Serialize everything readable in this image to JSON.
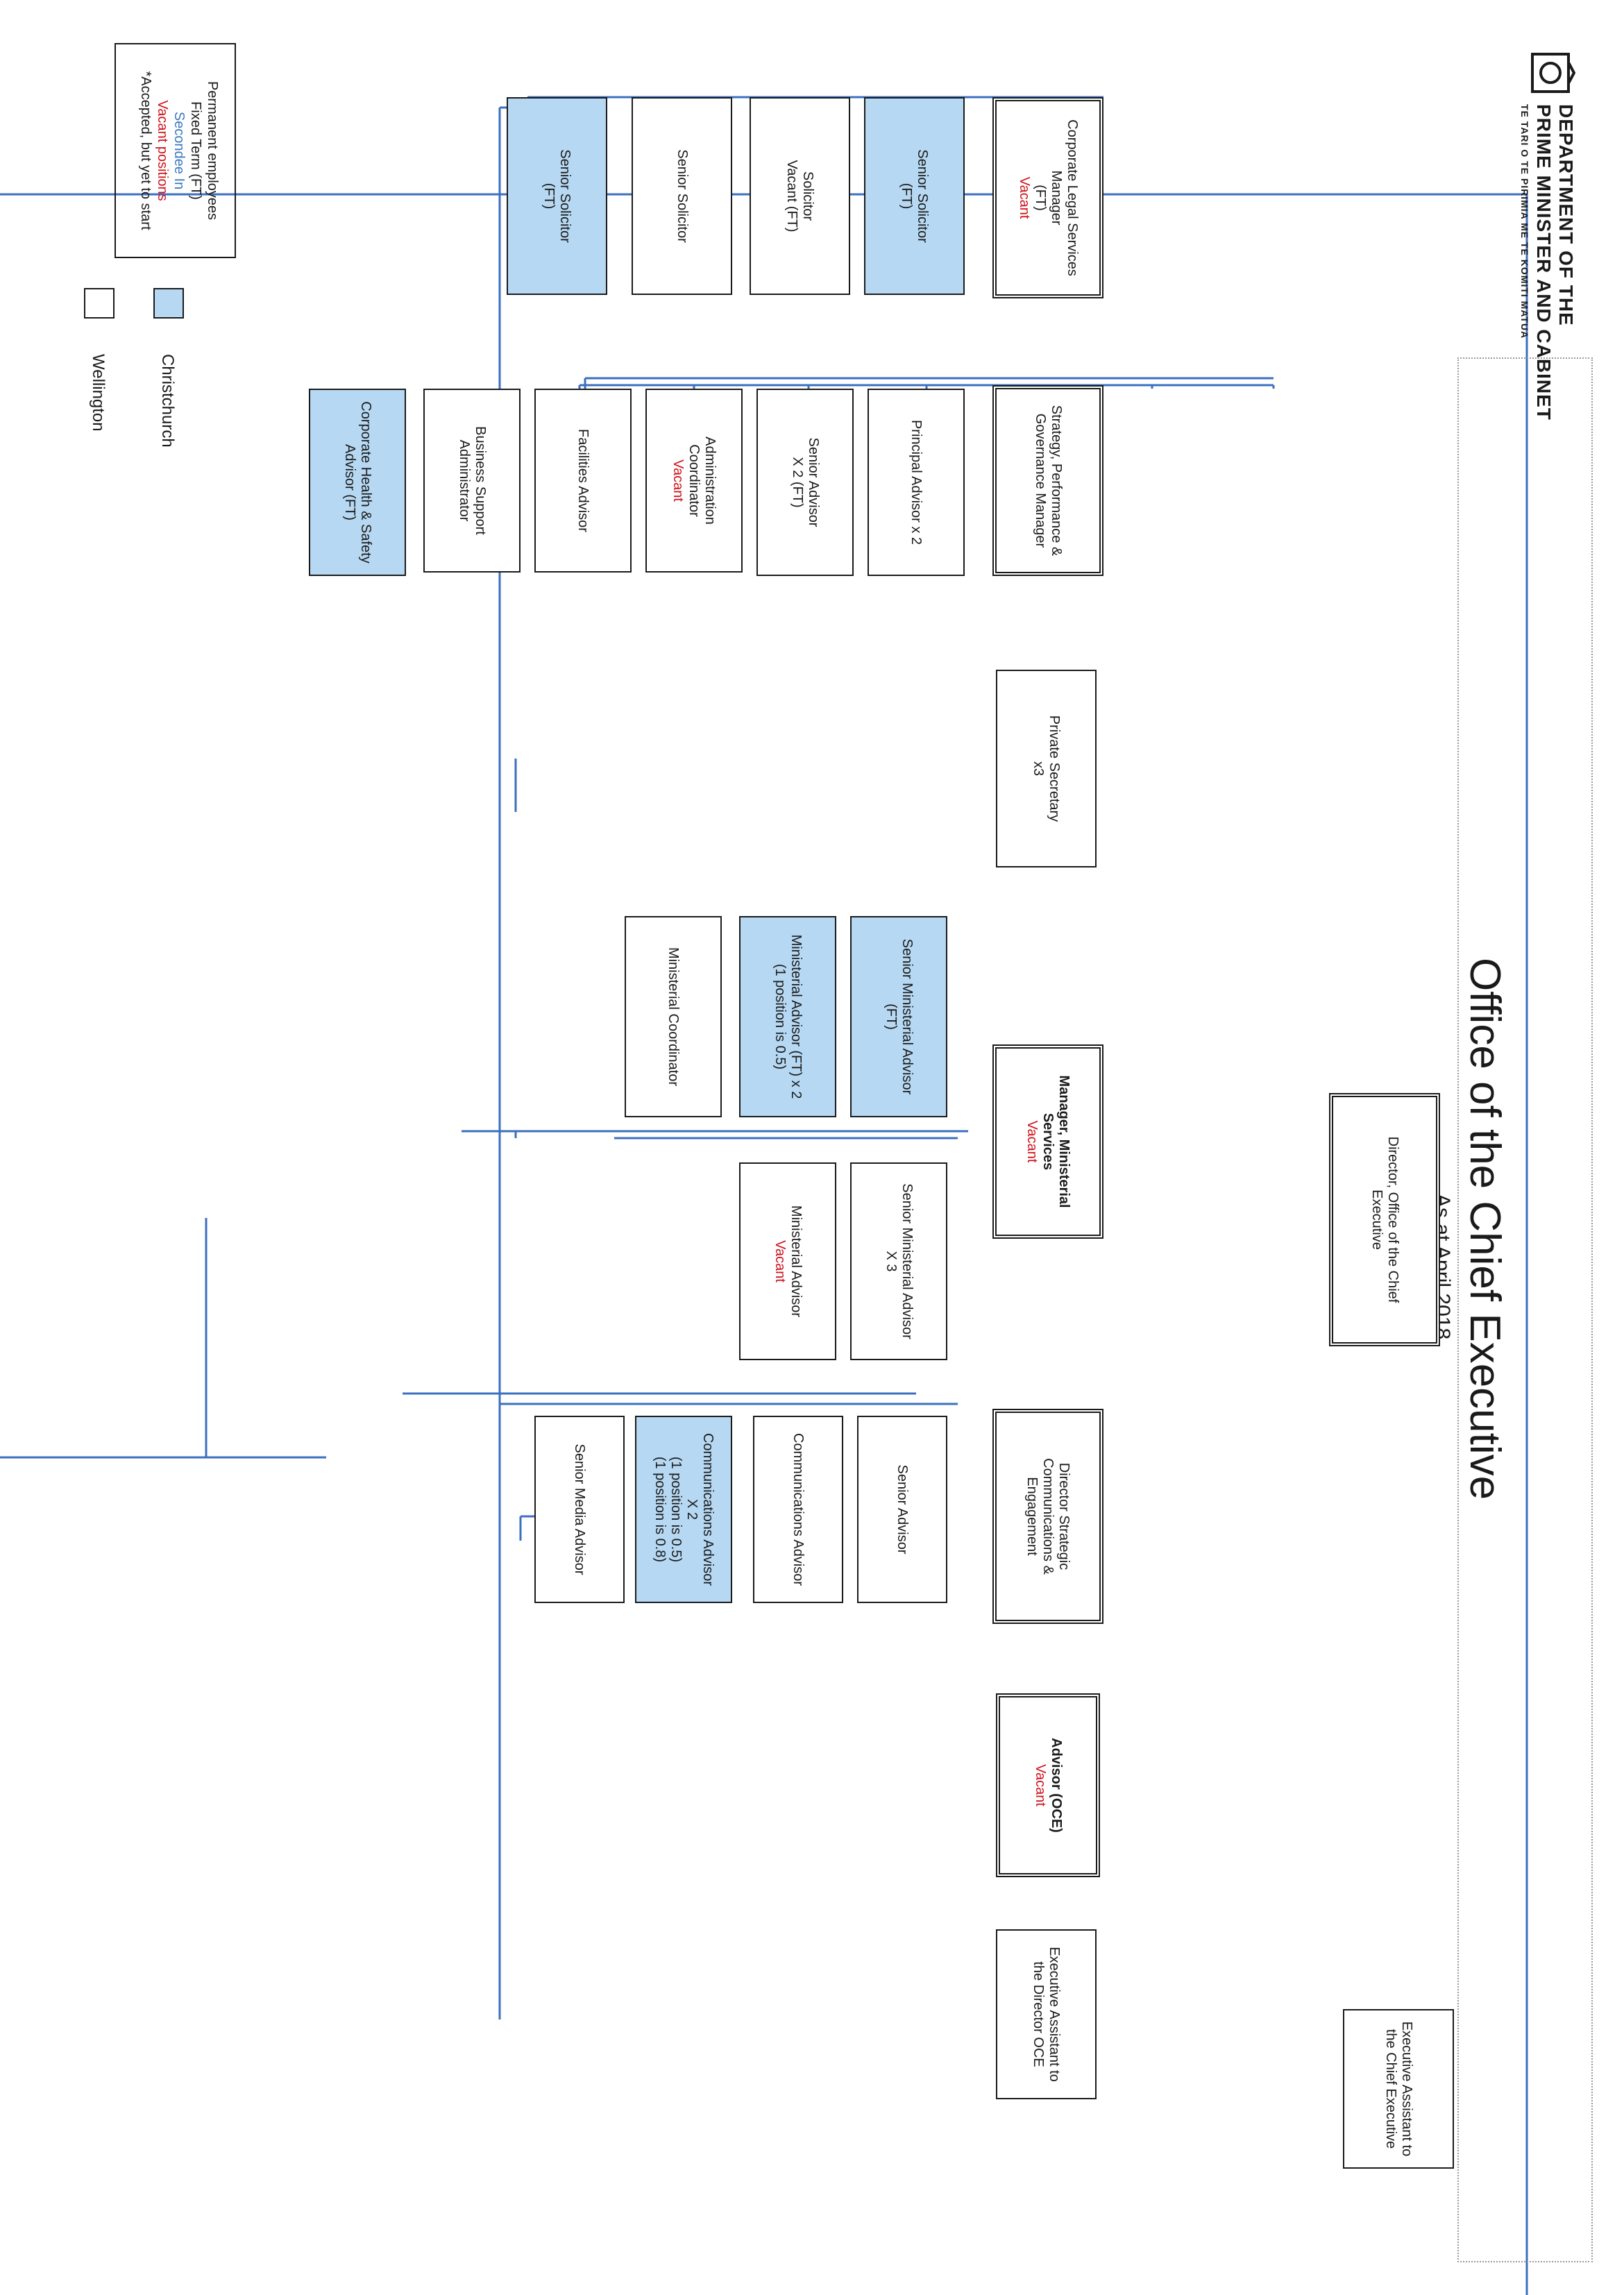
{
  "header": {
    "dept_line1": "DEPARTMENT OF THE",
    "dept_line2": "PRIME MINISTER AND CABINET",
    "dept_line3": "TE TARI O TE PIRIMIA ME TE KOMITI MATUA",
    "title": "Office of the Chief Executive",
    "subtitle": "As at April 2018"
  },
  "colors": {
    "christchurch_fill": "#b6d8f2",
    "wellington_fill": "#ffffff",
    "connector": "#3b6fc0",
    "vacant": "#d0121b",
    "secondee": "#3b78c0"
  },
  "nodes": {
    "director": {
      "lines": [
        "Director, Office of the Chief",
        "Executive"
      ]
    },
    "ea_ce": {
      "lines": [
        "Executive Assistant to",
        "the Chief Executive"
      ]
    },
    "legal_manager": {
      "lines": [
        "Corporate Legal Services",
        "Manager",
        "(FT)"
      ],
      "status": "Vacant"
    },
    "senior_solicitor_1": {
      "lines": [
        "Senior Solicitor",
        "(FT)"
      ]
    },
    "solicitor": {
      "lines": [
        "Solicitor",
        "Vacant (FT)"
      ]
    },
    "senior_solicitor_2": {
      "lines": [
        "Senior Solicitor"
      ]
    },
    "senior_solicitor_3": {
      "lines": [
        "Senior Solicitor",
        "(FT)"
      ]
    },
    "strategy_manager": {
      "lines": [
        "Strategy, Performance &",
        "Governance Manager"
      ]
    },
    "principal_advisor": {
      "lines": [
        "Principal Advisor x 2"
      ]
    },
    "senior_advisor_ft": {
      "lines": [
        "Senior Advisor",
        "X 2 (FT)"
      ]
    },
    "admin_coordinator": {
      "lines": [
        "Administration",
        "Coordinator"
      ],
      "status": "Vacant"
    },
    "facilities_advisor": {
      "lines": [
        "Facilities Advisor"
      ]
    },
    "business_support": {
      "lines": [
        "Business Support",
        "Administrator"
      ]
    },
    "health_safety": {
      "lines": [
        "Corporate Health & Safety",
        "Advisor (FT)"
      ]
    },
    "private_secretary": {
      "lines": [
        "Private Secretary",
        "x3"
      ]
    },
    "ministerial_manager": {
      "lines": [
        "Manager, Ministerial",
        "Services"
      ],
      "status": "Vacant"
    },
    "senior_min_advisor_ft": {
      "lines": [
        "Senior Ministerial Advisor",
        "(FT)"
      ]
    },
    "min_advisor_ft": {
      "lines": [
        "Ministerial Advisor (FT) x 2",
        "(1 position is 0.5)"
      ]
    },
    "min_coordinator": {
      "lines": [
        "Ministerial Coordinator"
      ]
    },
    "senior_min_advisor_x3": {
      "lines": [
        "Senior Ministerial Advisor",
        "X 3"
      ]
    },
    "min_advisor_vacant": {
      "lines": [
        "Ministerial Advisor"
      ],
      "status": "Vacant"
    },
    "comms_director": {
      "lines": [
        "Director Strategic",
        "Communications &",
        "Engagement"
      ]
    },
    "comms_senior_advisor": {
      "lines": [
        "Senior Advisor"
      ]
    },
    "comms_advisor": {
      "lines": [
        "Communications Advisor"
      ]
    },
    "comms_advisor_x2": {
      "lines": [
        "Communications Advisor",
        "X 2",
        "(1 position is 0.5)",
        "(1 position is 0.8)"
      ]
    },
    "senior_media_advisor": {
      "lines": [
        "Senior Media Advisor"
      ]
    },
    "advisor_oce": {
      "lines": [
        "Advisor (OCE)"
      ],
      "status": "Vacant"
    },
    "ea_director": {
      "lines": [
        "Executive Assistant to",
        "the Director OCE"
      ]
    }
  },
  "legend": {
    "permanent": "Permanent employees",
    "fixed_term": "Fixed Term (FT)",
    "secondee": "Secondee In",
    "vacant": "Vacant positions",
    "accepted": "*Accepted, but yet to start",
    "christchurch": "Christchurch",
    "wellington": "Wellington"
  }
}
